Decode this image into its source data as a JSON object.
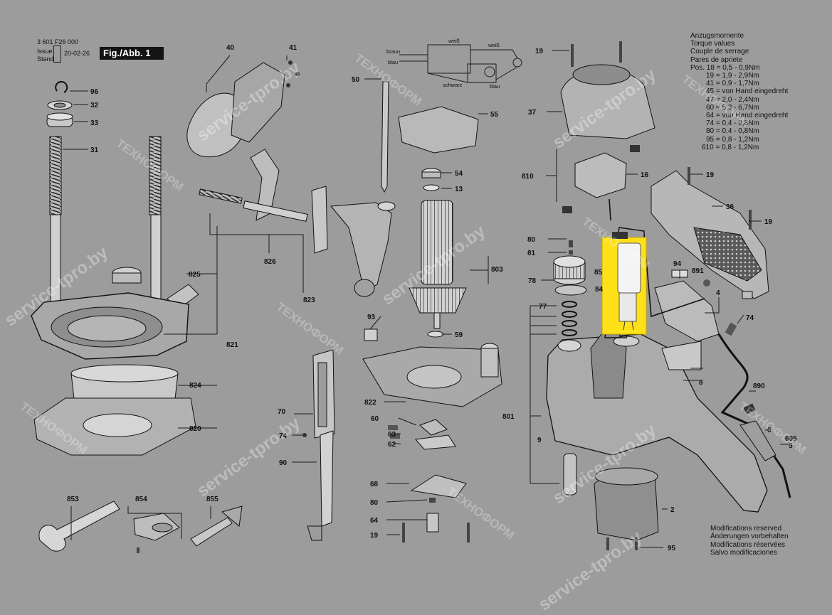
{
  "header": {
    "doc_number": "3 601 F26 000",
    "issue_label": "Issue",
    "stand_label": "Stand",
    "date": "20-02-26",
    "figure": "Fig./Abb. 1"
  },
  "torque": {
    "titles": [
      "Anzugsmomente",
      "Torque values",
      "Couple de serrage",
      "Pares de apriete"
    ],
    "rows": [
      "Pos. 18 = 0,5 - 0,9Nm",
      "19 = 1,9 - 2,9Nm",
      "41 = 0,9 - 1,7Nm",
      "45 = von Hand eingedreht",
      "47 = 2,0 - 2,4Nm",
      "60 = 5,3 - 6,7Nm",
      "64 = von Hand eingedreht",
      "74 = 0,4 - 0,8Nm",
      "80 = 0,4 - 0,8Nm",
      "95 = 0,8 - 1,2Nm",
      "610 = 0,8 - 1,2Nm"
    ]
  },
  "modifications": [
    "Modifications reserved",
    "Änderungen vorbehalten",
    "Modifications réservées",
    "Salvo modificaciones"
  ],
  "wiring": {
    "labels": [
      "braun",
      "blau",
      "weiß",
      "weiß",
      "schwarz",
      "blau"
    ]
  },
  "watermark": {
    "site": "service-tpro.by",
    "brand": "ТЕХНОФОРМ"
  },
  "parts": [
    "96",
    "32",
    "33",
    "31",
    "40",
    "41",
    "50",
    "55",
    "19",
    "37",
    "54",
    "13",
    "810",
    "16",
    "19",
    "36",
    "19",
    "80",
    "81",
    "803",
    "85",
    "84",
    "78",
    "94",
    "891",
    "4",
    "74",
    "77",
    "826",
    "825",
    "823",
    "821",
    "93",
    "59",
    "824",
    "820",
    "70",
    "74",
    "822",
    "60",
    "63",
    "62",
    "90",
    "801",
    "9",
    "8",
    "890",
    "6",
    "605",
    "5",
    "68",
    "80",
    "64",
    "19",
    "2",
    "95",
    "853",
    "854",
    "855"
  ],
  "colors": {
    "background": "#9c9c9c",
    "highlight": "#ffe11a",
    "ink": "#111111"
  }
}
